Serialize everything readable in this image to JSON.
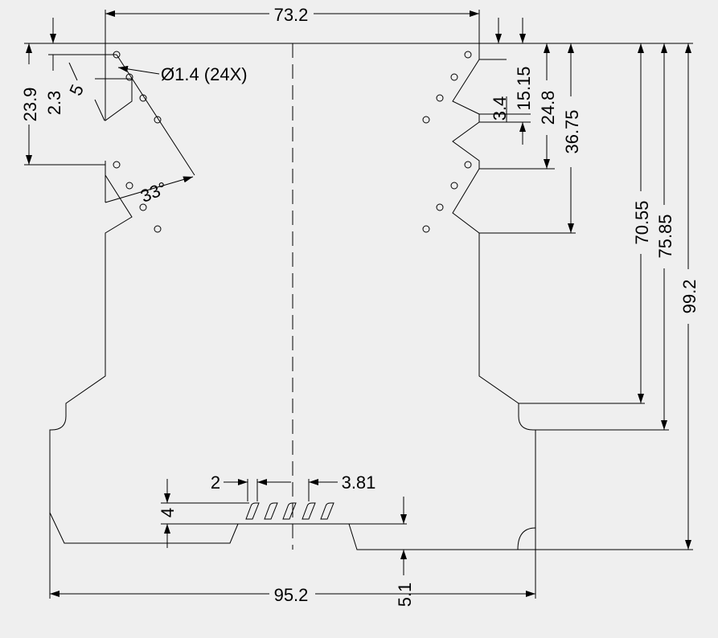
{
  "drawing": {
    "dims": {
      "top_width": "73.2",
      "bottom_width": "95.2",
      "hole": "Ø1.4 (24X)",
      "left_top": "23.9",
      "left_offset": "2.3",
      "pitch": "5",
      "angle": "33°",
      "right_a": "3.4",
      "right_b": "15.15",
      "right_c": "24.8",
      "right_d": "36.75",
      "right_e": "70.55",
      "right_f": "75.85",
      "total_height": "99.2",
      "slot_width": "2",
      "slot_pitch": "3.81",
      "slot_height": "4",
      "bottom_gap": "5.1"
    }
  }
}
